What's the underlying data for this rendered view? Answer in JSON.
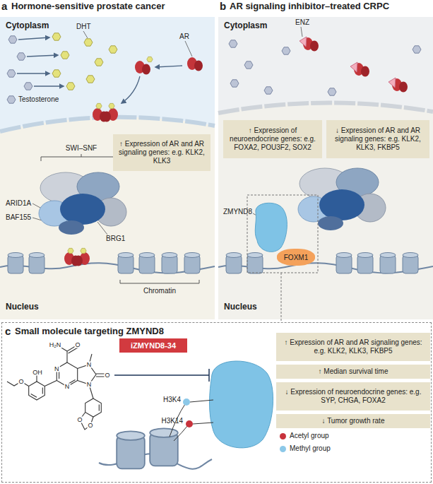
{
  "diagram": {
    "nodes": [
      {
        "text": [
          "a",
          "Hormone-sensitive prostate cancer"
        ]
      },
      {
        "text": [
          "Cytoplasm"
        ],
        "in": 0
      },
      {
        "text": [
          "Nucleus"
        ],
        "in": 0
      },
      {
        "text": [
          "↑ Expression of AR and AR signaling genes: e.g. KLK2, KLK3"
        ],
        "in": 2
      },
      {
        "text": [
          "b",
          "AR signaling inhibitor–treated CRPC"
        ]
      },
      {
        "text": [
          "Cytoplasm"
        ],
        "in": 4
      },
      {
        "text": [
          "Nucleus"
        ],
        "in": 4
      },
      {
        "text": [
          "↑ Expression of neuroendocrine genes: e.g. FOXA2, POU3F2, SOX2"
        ],
        "in": 6
      },
      {
        "text": [
          "↓ Expression of AR and AR signaling genes: e.g. KLK2, KLK3, FKBP5"
        ],
        "in": 6
      },
      {
        "text": [
          "FOXM1"
        ],
        "in": 6
      },
      {
        "text": [
          "c",
          "Small molecule targeting ZMYND8"
        ]
      },
      {
        "text": [
          "iZMYND8-34"
        ],
        "in": 10
      },
      {
        "text": [
          "↑ Expression of AR and AR signaling genes: e.g. KLK2, KLK3, FKBP5"
        ],
        "in": 10
      },
      {
        "text": [
          "↑ Median survival time"
        ],
        "in": 10
      },
      {
        "text": [
          "↓ Expression of neuroendocrine genes: e.g. SYP, CHGA, FOXA2"
        ],
        "in": 10
      },
      {
        "text": [
          "↓ Tumor growth rate"
        ],
        "in": 10
      }
    ],
    "labels": [
      "DHT",
      "Testosterone",
      "AR",
      "SWI–SNF",
      "ARID1A",
      "BAF155",
      "BRG1",
      "Chromatin",
      "ENZ",
      "ZMYND8",
      "H₂N",
      "O",
      "N",
      "N",
      "N",
      "O",
      "N",
      "OH",
      "O",
      "O",
      "O",
      "H3K4",
      "H3K14"
    ],
    "legend": [
      {
        "text": "Acetyl group",
        "color": "#c8323c"
      },
      {
        "text": "Methyl group",
        "color": "#8cc8e8"
      }
    ]
  }
}
